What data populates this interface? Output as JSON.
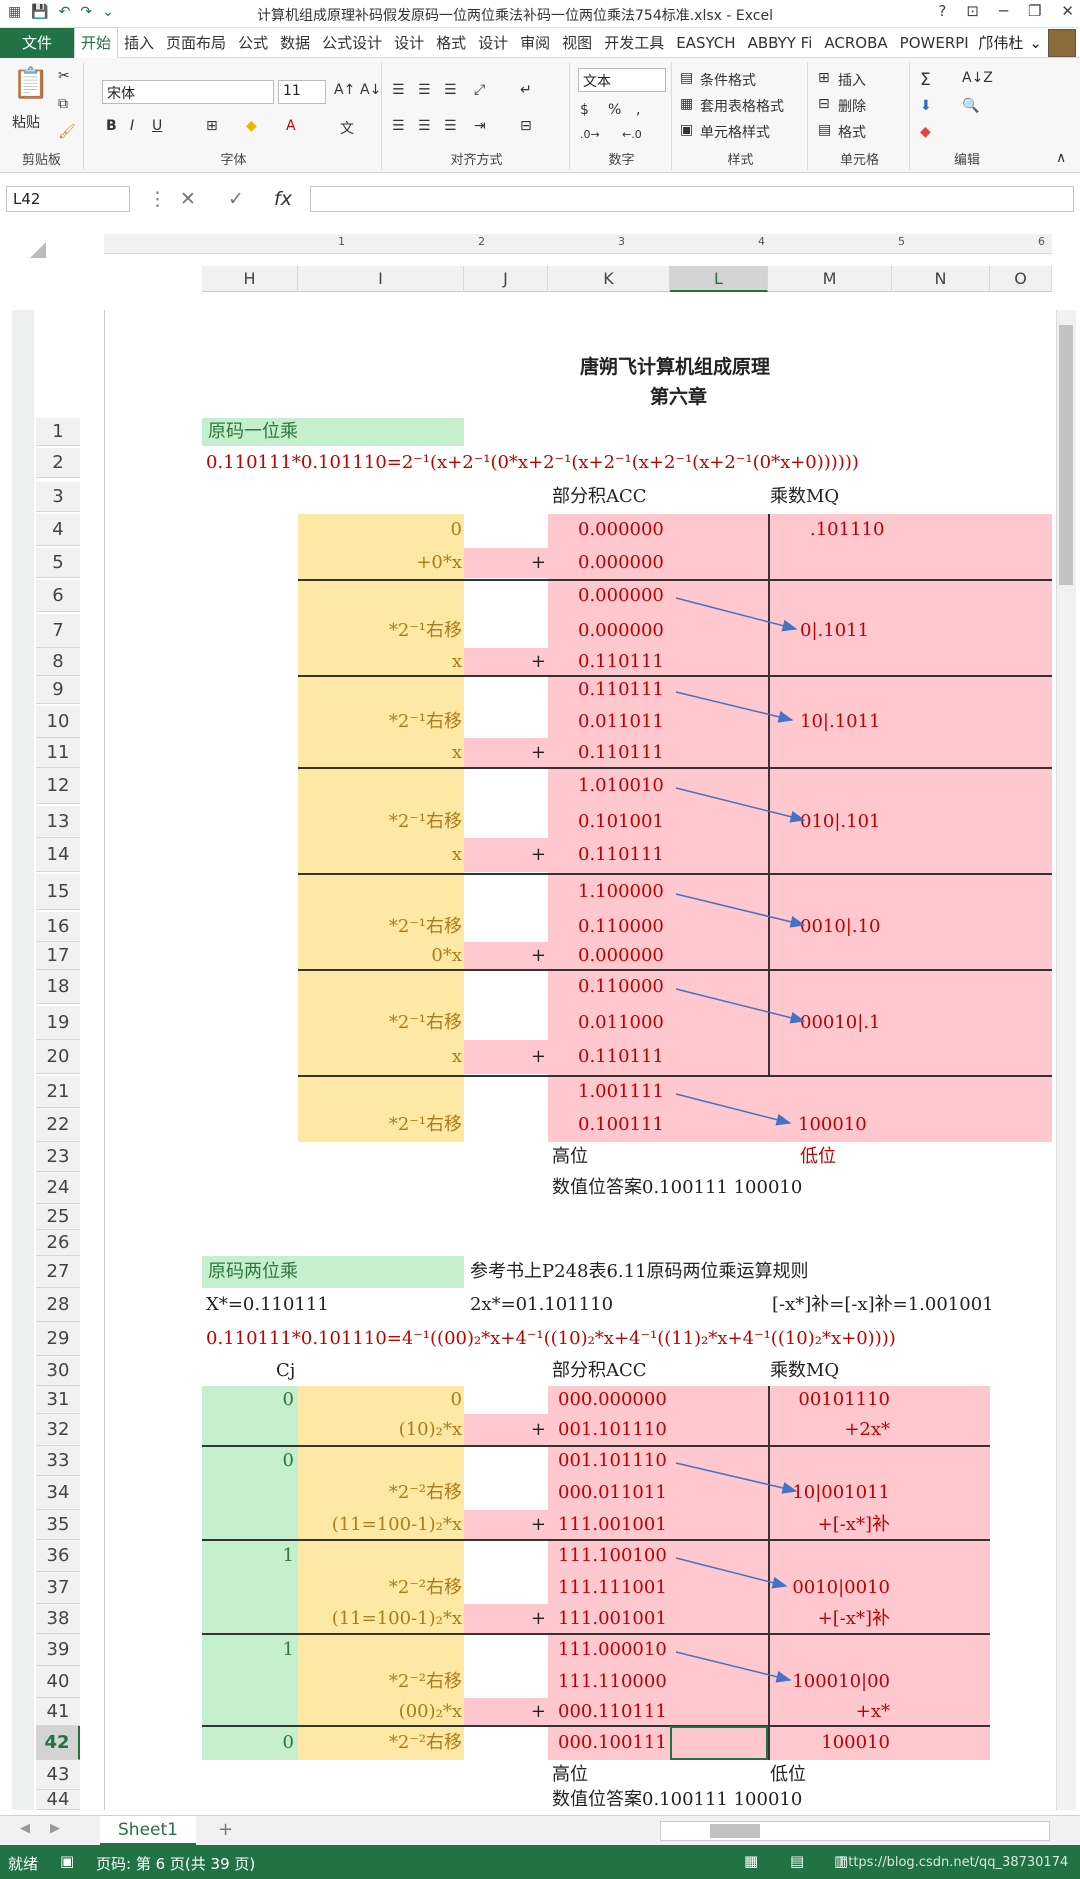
{
  "window": {
    "title": "计算机组成原理补码假发原码一位两位乘法补码一位两位乘法754标准.xlsx - Excel",
    "help": "?",
    "minimize": "─",
    "restore": "❐",
    "close": "✕"
  },
  "menu": {
    "file": "文件",
    "tabs": [
      "开始",
      "插入",
      "页面布局",
      "公式",
      "数据",
      "公式设计",
      "设计",
      "格式",
      "设计",
      "审阅",
      "视图",
      "开发工具",
      "EASYCH",
      "ABBYY Fi",
      "ACROBA",
      "POWERPI"
    ],
    "user": "邝伟杜"
  },
  "ribbon": {
    "clipboard": {
      "paste": "粘贴",
      "label": "剪贴板"
    },
    "font": {
      "name": "宋体",
      "size": "11",
      "label": "字体"
    },
    "align": {
      "label": "对齐方式"
    },
    "number": {
      "format": "文本",
      "label": "数字"
    },
    "styles": {
      "cond": "条件格式",
      "table": "套用表格格式",
      "cell": "单元格样式",
      "label": "样式"
    },
    "cells": {
      "insert": "插入",
      "delete": "删除",
      "format": "格式",
      "label": "单元格"
    },
    "edit": {
      "label": "编辑"
    }
  },
  "formula": {
    "namebox": "L42",
    "fx": "fx",
    "value": ""
  },
  "columns": [
    "H",
    "I",
    "J",
    "K",
    "L",
    "M",
    "N",
    "O"
  ],
  "ruler": [
    "1",
    "2",
    "3",
    "4",
    "5",
    "6"
  ],
  "rows": [
    "1",
    "2",
    "3",
    "4",
    "5",
    "6",
    "7",
    "8",
    "9",
    "10",
    "11",
    "12",
    "13",
    "14",
    "15",
    "16",
    "17",
    "18",
    "19",
    "20",
    "21",
    "22",
    "23",
    "24",
    "25",
    "26",
    "27",
    "28",
    "29",
    "30",
    "31",
    "32",
    "33",
    "34",
    "35",
    "36",
    "37",
    "38",
    "39",
    "40",
    "41",
    "42",
    "43",
    "44"
  ],
  "doc": {
    "title1": "唐朔飞计算机组成原理",
    "title2": "第六章",
    "sec1": "原码一位乘",
    "formula1": "0.110111*0.101110=2⁻¹(x+2⁻¹(0*x+2⁻¹(x+2⁻¹(x+2⁻¹(x+2⁻¹(0*x+0))))))",
    "acc": "部分积ACC",
    "mq": "乘数MQ",
    "t1": {
      "r4": {
        "i": "0",
        "k": "0.000000",
        "m": ".101110"
      },
      "r5": {
        "i": "+0*x",
        "j": "+",
        "k": "0.000000"
      },
      "r6": {
        "k": "0.000000"
      },
      "r7": {
        "i": "*2⁻¹右移",
        "k": "0.000000",
        "m": "0|.1011"
      },
      "r8": {
        "i": "x",
        "j": "+",
        "k": "0.110111"
      },
      "r9": {
        "k": "0.110111"
      },
      "r10": {
        "i": "*2⁻¹右移",
        "k": "0.011011",
        "m": "10|.1011"
      },
      "r11": {
        "i": "x",
        "j": "+",
        "k": "0.110111"
      },
      "r12": {
        "k": "1.010010"
      },
      "r13": {
        "i": "*2⁻¹右移",
        "k": "0.101001",
        "m": "010|.101"
      },
      "r14": {
        "i": "x",
        "j": "+",
        "k": "0.110111"
      },
      "r15": {
        "k": "1.100000"
      },
      "r16": {
        "i": "*2⁻¹右移",
        "k": "0.110000",
        "m": "0010|.10"
      },
      "r17": {
        "i": "0*x",
        "j": "+",
        "k": "0.000000"
      },
      "r18": {
        "k": "0.110000"
      },
      "r19": {
        "i": "*2⁻¹右移",
        "k": "0.011000",
        "m": "00010|.1"
      },
      "r20": {
        "i": "x",
        "j": "+",
        "k": "0.110111"
      },
      "r21": {
        "k": "1.001111"
      },
      "r22": {
        "i": "*2⁻¹右移",
        "k": "0.100111",
        "m": "100010"
      },
      "r23": {
        "k": "高位",
        "m": "低位"
      },
      "r24": {
        "k": "数值位答案0.100111 100010"
      }
    },
    "sec2": "原码两位乘",
    "ref": "参考书上P248表6.11原码两位乘运算规则",
    "r28a": "X*=0.110111",
    "r28b": "2x*=01.101110",
    "r28c": "[-x*]补=[-x]补=1.001001",
    "formula2": "0.110111*0.101110=4⁻¹((00)₂*x+4⁻¹((10)₂*x+4⁻¹((11)₂*x+4⁻¹((10)₂*x+0))))",
    "cj": "Cj",
    "t2": {
      "r31": {
        "h": "0",
        "i": "0",
        "k": "000.000000",
        "m": "00101110"
      },
      "r32": {
        "i": "(10)₂*x",
        "j": "+",
        "k": "001.101110",
        "m": "+2x*"
      },
      "r33": {
        "h": "0",
        "k": "001.101110"
      },
      "r34": {
        "i": "*2⁻²右移",
        "k": "000.011011",
        "m": "10|001011"
      },
      "r35": {
        "i": "(11=100-1)₂*x",
        "j": "+",
        "k": "111.001001",
        "m": "+[-x*]补"
      },
      "r36": {
        "h": "1",
        "k": "111.100100"
      },
      "r37": {
        "i": "*2⁻²右移",
        "k": "111.111001",
        "m": "0010|0010"
      },
      "r38": {
        "i": "(11=100-1)₂*x",
        "j": "+",
        "k": "111.001001",
        "m": "+[-x*]补"
      },
      "r39": {
        "h": "1",
        "k": "111.000010"
      },
      "r40": {
        "i": "*2⁻²右移",
        "k": "111.110000",
        "m": "100010|00"
      },
      "r41": {
        "i": "(00)₂*x",
        "j": "+",
        "k": "000.110111",
        "m": "+x*"
      },
      "r42": {
        "h": "0",
        "i": "*2⁻²右移",
        "k": "000.100111",
        "m": "100010"
      },
      "r43": {
        "k": "高位",
        "m": "低位"
      },
      "r44": {
        "k": "数值位答案0.100111 100010"
      }
    }
  },
  "sheet": {
    "name": "Sheet1",
    "add": "+"
  },
  "status": {
    "ready": "就绪",
    "page": "页码: 第 6 页(共 39 页)",
    "zoom": "https://blog.csdn.net/qq_38730174"
  }
}
